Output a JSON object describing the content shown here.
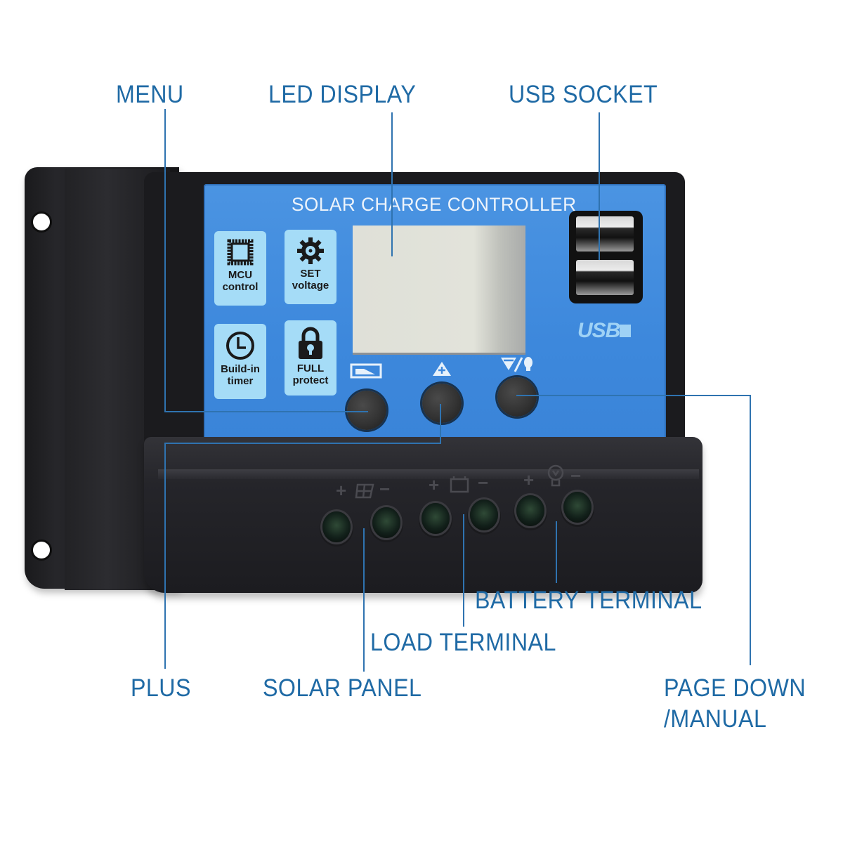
{
  "device": {
    "panel_title": "SOLAR CHARGE CONTROLLER",
    "face_color": "#3d88dc",
    "feature_tiles": [
      {
        "icon": "chip-icon",
        "line1": "MCU",
        "line2": "control"
      },
      {
        "icon": "gear-icon",
        "line1": "SET",
        "line2": "voltage"
      },
      {
        "icon": "clock-icon",
        "line1": "Build-in",
        "line2": "timer"
      },
      {
        "icon": "padlock-icon",
        "line1": "FULL",
        "line2": "protect"
      }
    ],
    "buttons": [
      {
        "name": "menu",
        "symbol": "menu-icon"
      },
      {
        "name": "plus",
        "symbol": "triangle-plus-icon"
      },
      {
        "name": "page-down-manual",
        "symbol": "triangle-minus-bulb-icon"
      }
    ],
    "usb_logo": "USB",
    "terminal_groups": [
      {
        "name": "solar-panel",
        "symbols": [
          "+",
          "solar",
          "−"
        ]
      },
      {
        "name": "battery",
        "symbols": [
          "+",
          "battery",
          "−"
        ]
      },
      {
        "name": "load",
        "symbols": [
          "+",
          "bulb",
          "−"
        ]
      }
    ]
  },
  "callouts": {
    "menu": "MENU",
    "led_display": "LED DISPLAY",
    "usb_socket": "USB SOCKET",
    "battery_terminal": "BATTERY TERMINAL",
    "load_terminal": "LOAD TERMINAL",
    "plus": "PLUS",
    "solar_panel": "SOLAR PANEL",
    "page_down_line1": "PAGE DOWN",
    "page_down_line2": "/MANUAL"
  },
  "colors": {
    "callout_text": "#1f6aa5",
    "leader_line": "#2f73b0",
    "tile_bg": "#a5dcf7",
    "housing": "#1b1b1e"
  }
}
